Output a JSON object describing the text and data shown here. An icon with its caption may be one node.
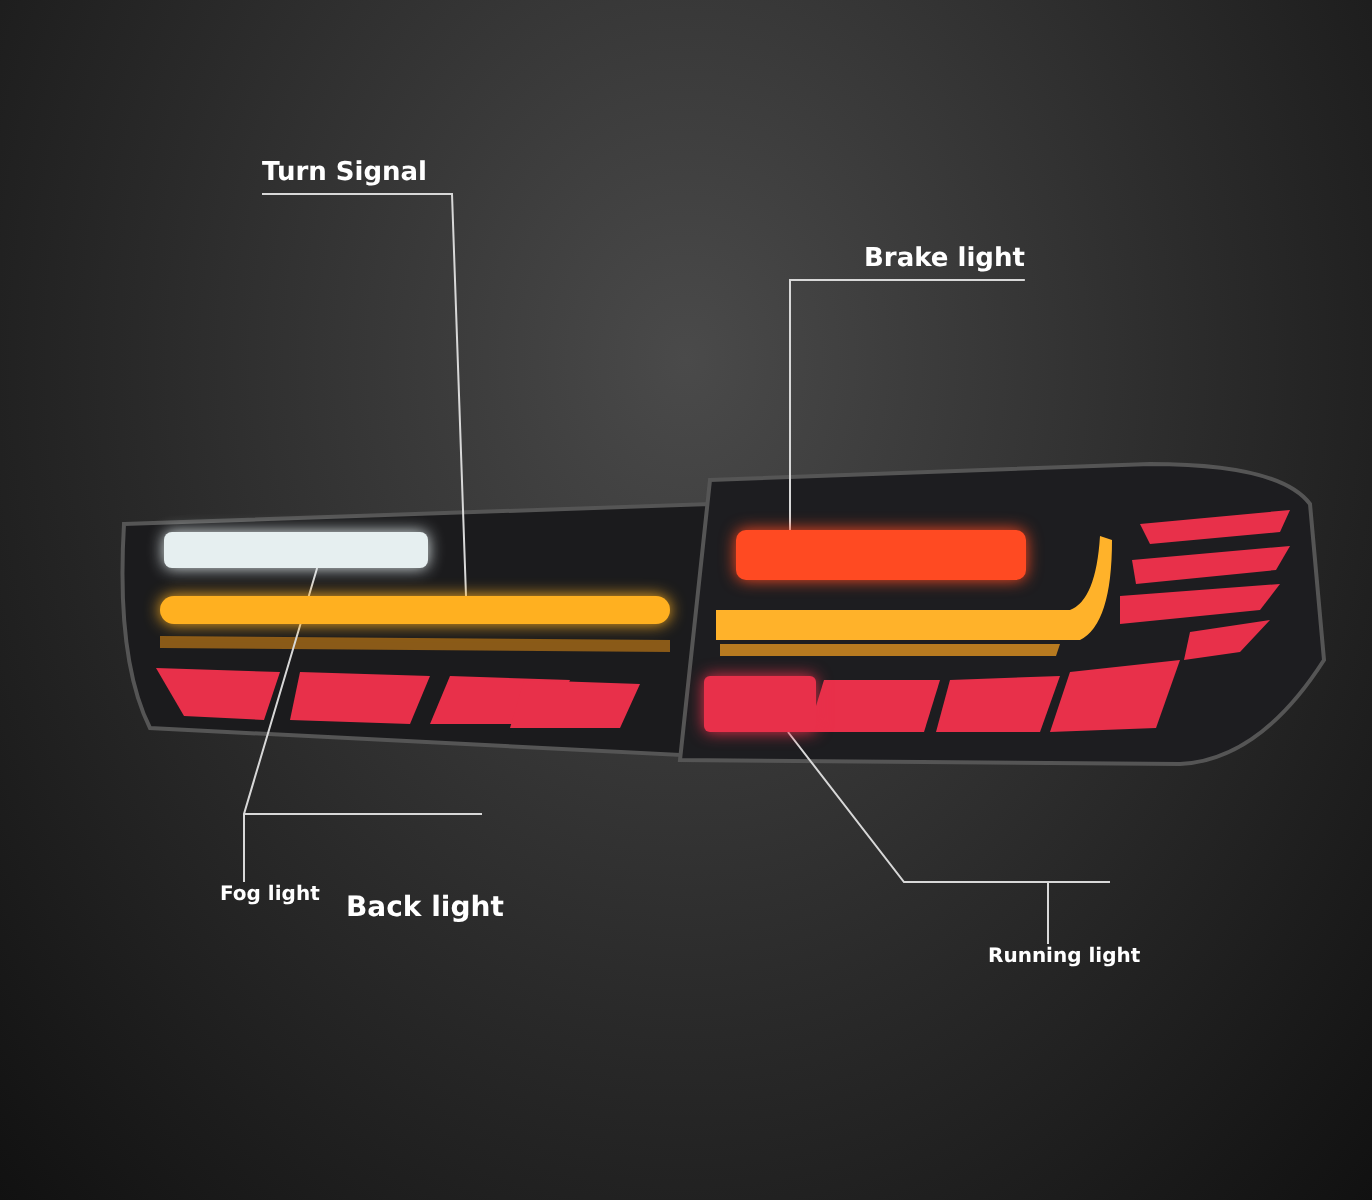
{
  "diagram": {
    "nodes": [
      {
        "text": [
          "Turn Signal"
        ]
      },
      {
        "text": [],
        "shape": "bar"
      },
      {
        "text": [
          "Brake light"
        ]
      },
      {
        "text": [],
        "shape": "bar"
      },
      {
        "text": [
          "Fog light"
        ]
      },
      {
        "text": [],
        "shape": "bar"
      },
      {
        "text": [
          "Running light"
        ]
      },
      {
        "text": [],
        "shape": "bar"
      }
    ],
    "edges": [
      {
        "from": 0,
        "to": 1,
        "arrow": "none"
      },
      {
        "from": 2,
        "to": 3,
        "arrow": "none"
      },
      {
        "from": 4,
        "to": 5,
        "arrow": "none"
      },
      {
        "from": 6,
        "to": 7,
        "arrow": "none"
      }
    ],
    "labels": [
      "Back light"
    ]
  }
}
